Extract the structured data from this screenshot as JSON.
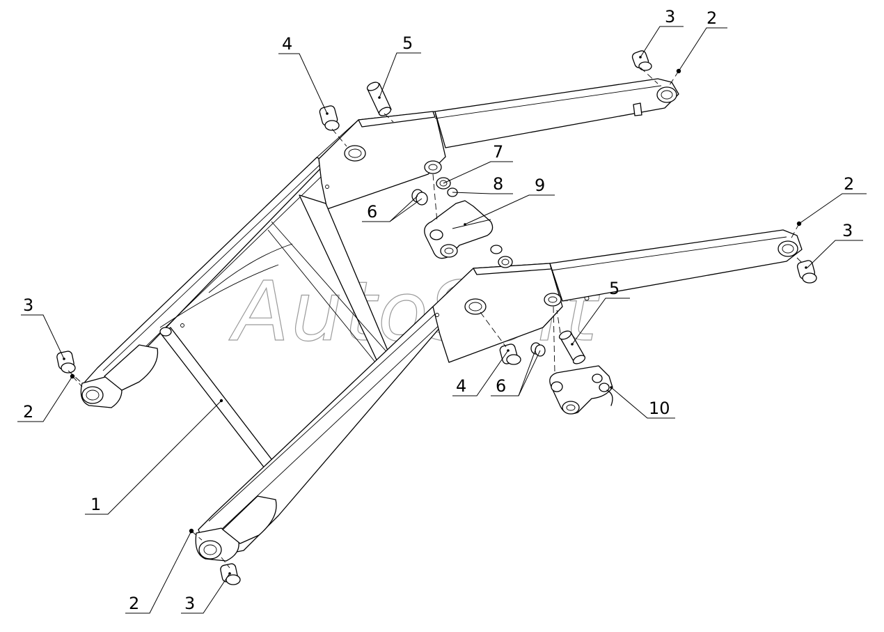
{
  "watermark": "AutoSoft",
  "callouts": {
    "c1": "1",
    "c2a": "2",
    "c2b": "2",
    "c2c": "2",
    "c2d": "2",
    "c3a": "3",
    "c3b": "3",
    "c3c": "3",
    "c3d": "3",
    "c4a": "4",
    "c4b": "4",
    "c5a": "5",
    "c5b": "5",
    "c6a": "6",
    "c6b": "6",
    "c7": "7",
    "c8": "8",
    "c9": "9",
    "c10": "10"
  }
}
